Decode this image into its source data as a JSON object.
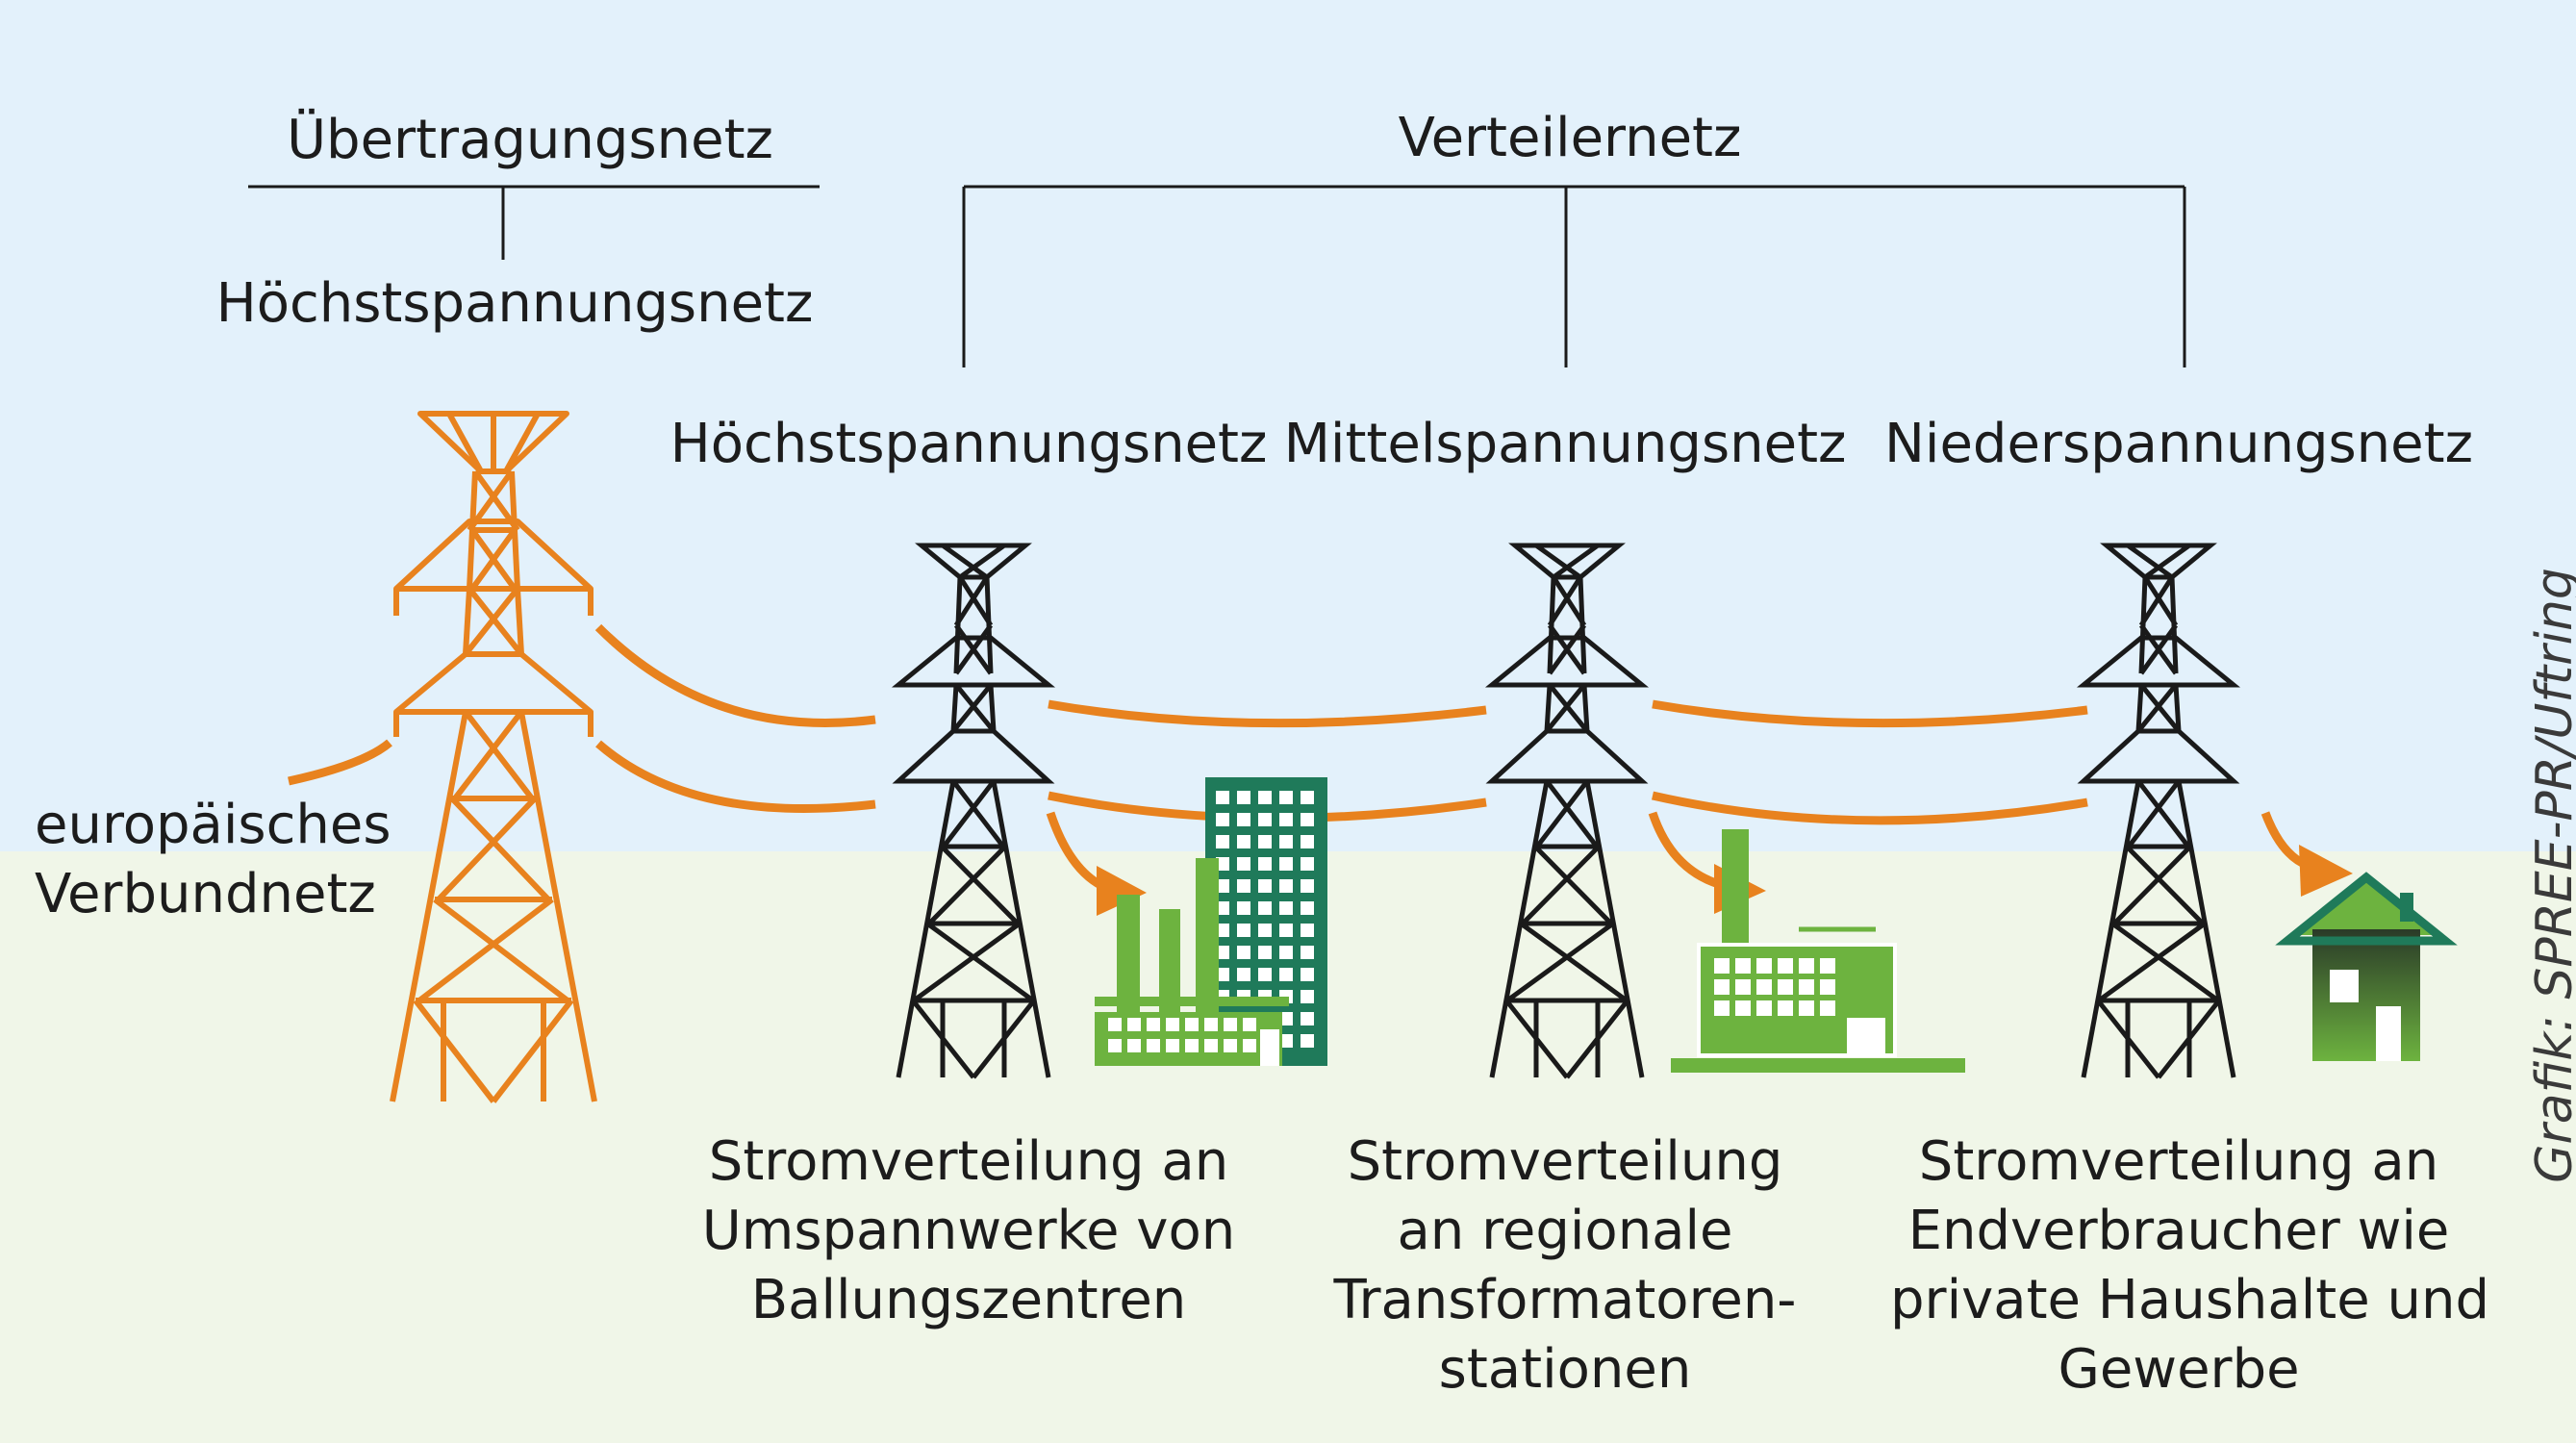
{
  "header": {
    "transmission_label": "Übertragungsnetz",
    "transmission_sub_label": "Höchstspannungsnetz",
    "distribution_label": "Verteilernetz"
  },
  "levels": [
    {
      "label": "Höchstspannungsnetz"
    },
    {
      "label": "Mittelspannungsnetz"
    },
    {
      "label": "Niederspannungsnetz"
    }
  ],
  "european_grid": {
    "lines": [
      "europäisches",
      "Verbundnetz"
    ]
  },
  "captions": [
    {
      "lines": [
        "Stromverteilung an",
        "Umspannwerke von",
        "Ballungszentren"
      ]
    },
    {
      "lines": [
        "Stromverteilung",
        "an regionale",
        "Transformatoren-",
        "stationen"
      ]
    },
    {
      "lines": [
        "Stromverteilung an",
        "Endverbraucher wie",
        "private Haushalte und",
        "Gewerbe"
      ]
    }
  ],
  "credit": "Grafik: SPREE-PR/Uftring",
  "colors": {
    "sky": "#e3f1fb",
    "ground": "#f0f6e8",
    "transmission_tower": "#e8821e",
    "power_line": "#e8821e",
    "distribution_tower": "#1a1a1a",
    "building_green": "#6db33f",
    "highrise_green": "#1f7a5a",
    "house_dark": "#2f4a2c"
  },
  "icons": [
    "transmission-tower-icon",
    "distribution-tower-icon",
    "flow-arrow-icon",
    "factory-icon",
    "highrise-icon",
    "house-icon"
  ]
}
